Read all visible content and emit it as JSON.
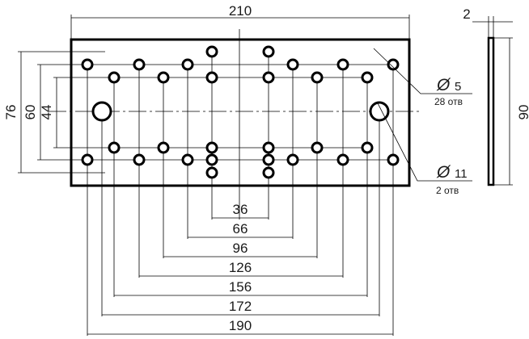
{
  "drawing": {
    "overall_length": "210",
    "thickness": "2",
    "height_side": "90",
    "dim_76": "76",
    "dim_60": "60",
    "dim_44": "44",
    "bottom_dims": [
      "36",
      "66",
      "96",
      "126",
      "156",
      "172",
      "190"
    ],
    "callout_small": {
      "symbol": "Ø",
      "size": "5",
      "qty": "28 отв"
    },
    "callout_large": {
      "symbol": "Ø",
      "size": "11",
      "qty": "2 отв"
    }
  }
}
